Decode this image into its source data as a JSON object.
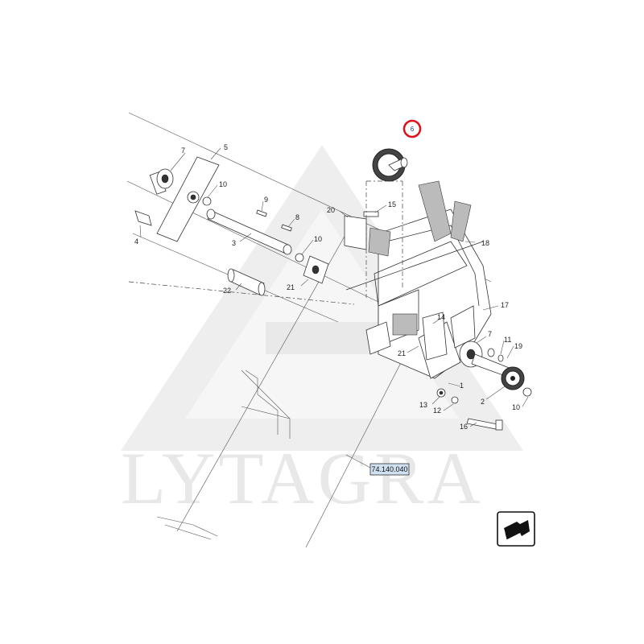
{
  "watermark": {
    "text": "LYTAGRA"
  },
  "reference_label": {
    "text": "74.140.040",
    "fill": "#cfe0f0"
  },
  "highlight": {
    "part": "6",
    "color": "#e0101a"
  },
  "callouts": [
    {
      "id": "c1",
      "text": "1"
    },
    {
      "id": "c2",
      "text": "2"
    },
    {
      "id": "c3",
      "text": "3"
    },
    {
      "id": "c4",
      "text": "4"
    },
    {
      "id": "c5",
      "text": "5"
    },
    {
      "id": "c6",
      "text": "6"
    },
    {
      "id": "c7a",
      "text": "7"
    },
    {
      "id": "c7b",
      "text": "7"
    },
    {
      "id": "c8",
      "text": "8"
    },
    {
      "id": "c9",
      "text": "9"
    },
    {
      "id": "c10a",
      "text": "10"
    },
    {
      "id": "c10b",
      "text": "10"
    },
    {
      "id": "c10c",
      "text": "10"
    },
    {
      "id": "c11",
      "text": "11"
    },
    {
      "id": "c12",
      "text": "12"
    },
    {
      "id": "c13",
      "text": "13"
    },
    {
      "id": "c14",
      "text": "14"
    },
    {
      "id": "c15",
      "text": "15"
    },
    {
      "id": "c16",
      "text": "16"
    },
    {
      "id": "c17",
      "text": "17"
    },
    {
      "id": "c18",
      "text": "18"
    },
    {
      "id": "c19",
      "text": "19"
    },
    {
      "id": "c20",
      "text": "20"
    },
    {
      "id": "c21a",
      "text": "21"
    },
    {
      "id": "c21b",
      "text": "21"
    },
    {
      "id": "c22",
      "text": "22"
    }
  ],
  "nav_icon": {
    "name": "return-arrow-icon"
  }
}
